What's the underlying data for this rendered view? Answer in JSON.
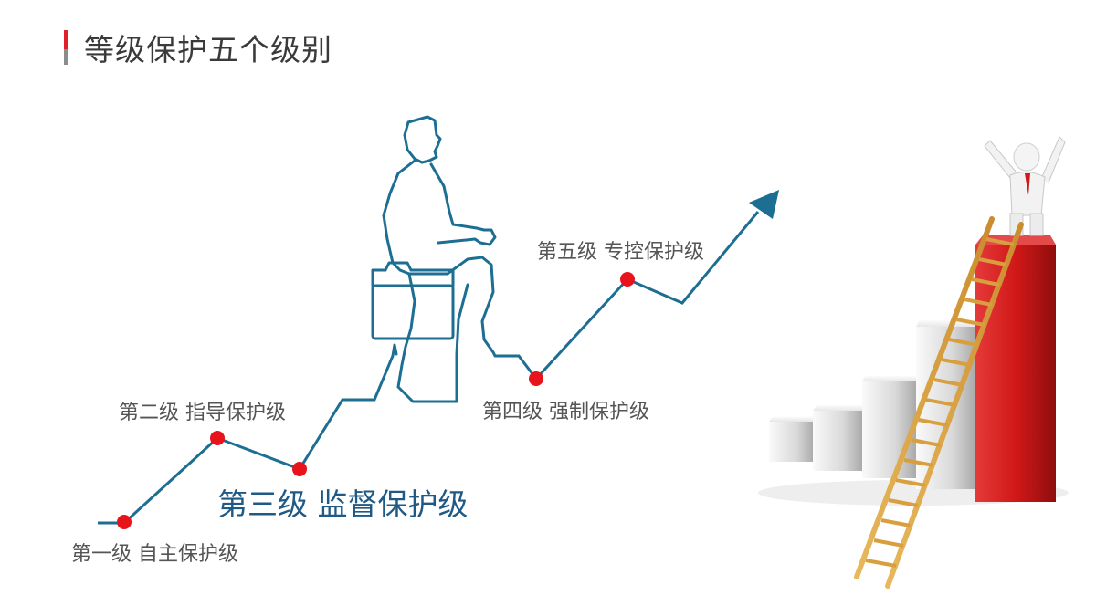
{
  "page": {
    "title": "等级保护五个级别"
  },
  "levels": [
    {
      "name": "第一级",
      "desc": "自主保护级"
    },
    {
      "name": "第二级",
      "desc": "指导保护级"
    },
    {
      "name": "第三级",
      "desc": "监督保护级"
    },
    {
      "name": "第四级",
      "desc": "强制保护级"
    },
    {
      "name": "第五级",
      "desc": "专控保护级"
    }
  ],
  "colors": {
    "accent_red": "#e0202a",
    "line_blue": "#1d6e93",
    "node_red": "#e8141c",
    "highlight_text": "#1f5a86",
    "label_text": "#555555"
  },
  "icons": {
    "figure": "businessman-climbing-outline-icon",
    "illustration": "ladder-bar-chart-winner-icon"
  }
}
